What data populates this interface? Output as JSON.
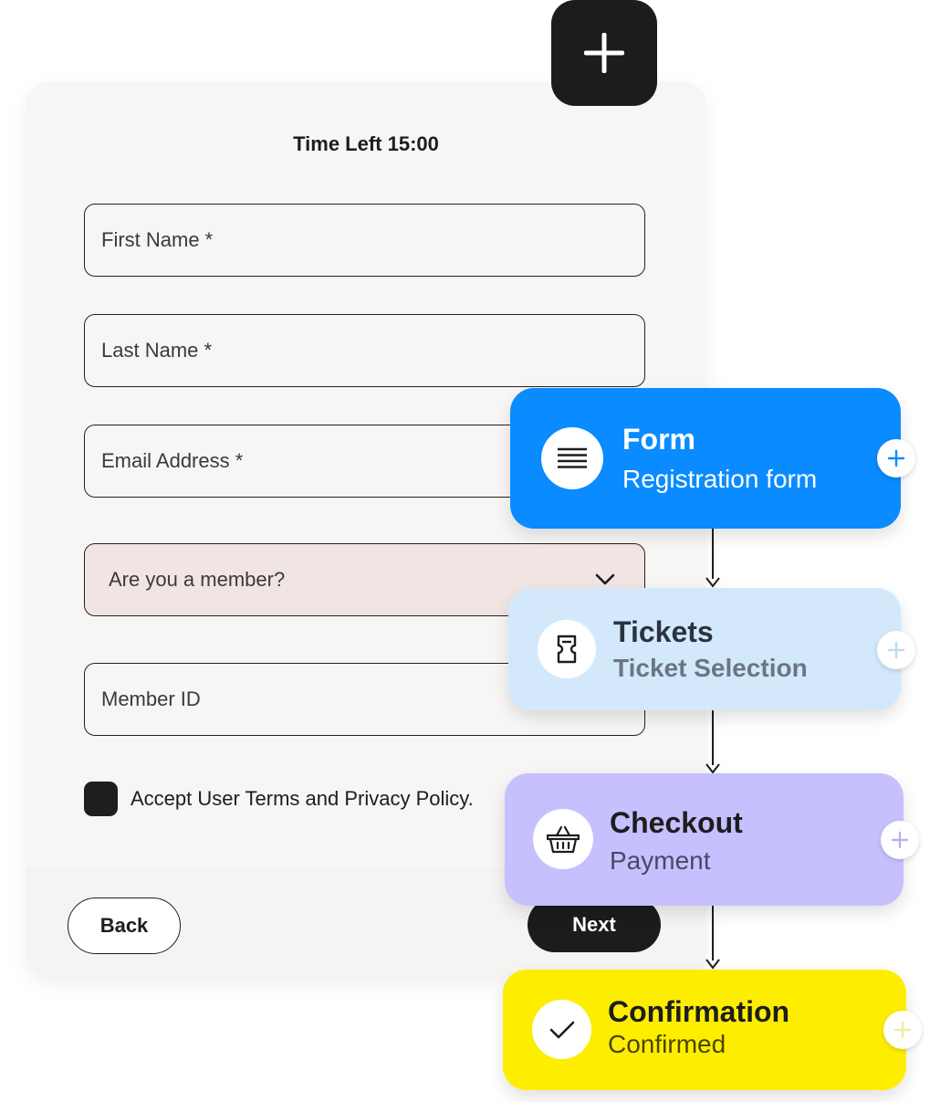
{
  "form": {
    "timer": "Time Left 15:00",
    "first_name_placeholder": "First Name *",
    "last_name_placeholder": "Last Name *",
    "email_placeholder": "Email Address *",
    "member_select": "Are you a member?",
    "member_id_placeholder": "Member ID",
    "terms_label": "Accept User Terms and Privacy Policy.",
    "terms_checked": true,
    "back_label": "Back",
    "next_label": "Next"
  },
  "flow": {
    "steps": [
      {
        "title": "Form",
        "subtitle": "Registration form",
        "icon": "lines-icon",
        "color": "#0a8bff"
      },
      {
        "title": "Tickets",
        "subtitle": "Ticket Selection",
        "icon": "ticket-icon",
        "color": "#d3e9fb"
      },
      {
        "title": "Checkout",
        "subtitle": "Payment",
        "icon": "basket-icon",
        "color": "#c6c0ff"
      },
      {
        "title": "Confirmation",
        "subtitle": "Confirmed",
        "icon": "check-icon",
        "color": "#fdee00"
      }
    ]
  },
  "colors": {
    "dark": "#1c1c1c",
    "card": "#f7f6f4",
    "select_bg": "#f1e5e3"
  }
}
